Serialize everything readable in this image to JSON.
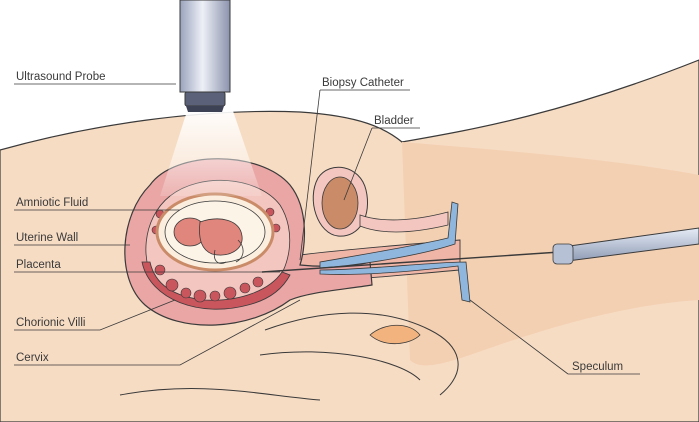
{
  "labels": {
    "ultrasound_probe": "Ultrasound Probe",
    "biopsy_catheter": "Biopsy Catheter",
    "bladder": "Bladder",
    "amniotic_fluid": "Amniotic Fluid",
    "uterine_wall": "Uterine Wall",
    "placenta": "Placenta",
    "chorionic_villi": "Chorionic Villi",
    "cervix": "Cervix",
    "speculum": "Speculum"
  },
  "colors": {
    "skin": "#f7dcc4",
    "skin_shadow": "#efc7a6",
    "uterus": "#e9a6a4",
    "uterine_inner": "#f3c6bf",
    "amniotic": "#fbeede",
    "placenta": "#c9555d",
    "fetus": "#e0867d",
    "bladder": "#c98b68",
    "probe_metal": "#c9cfe0",
    "speculum": "#8fb6dd",
    "outline": "#3a3a3a"
  }
}
